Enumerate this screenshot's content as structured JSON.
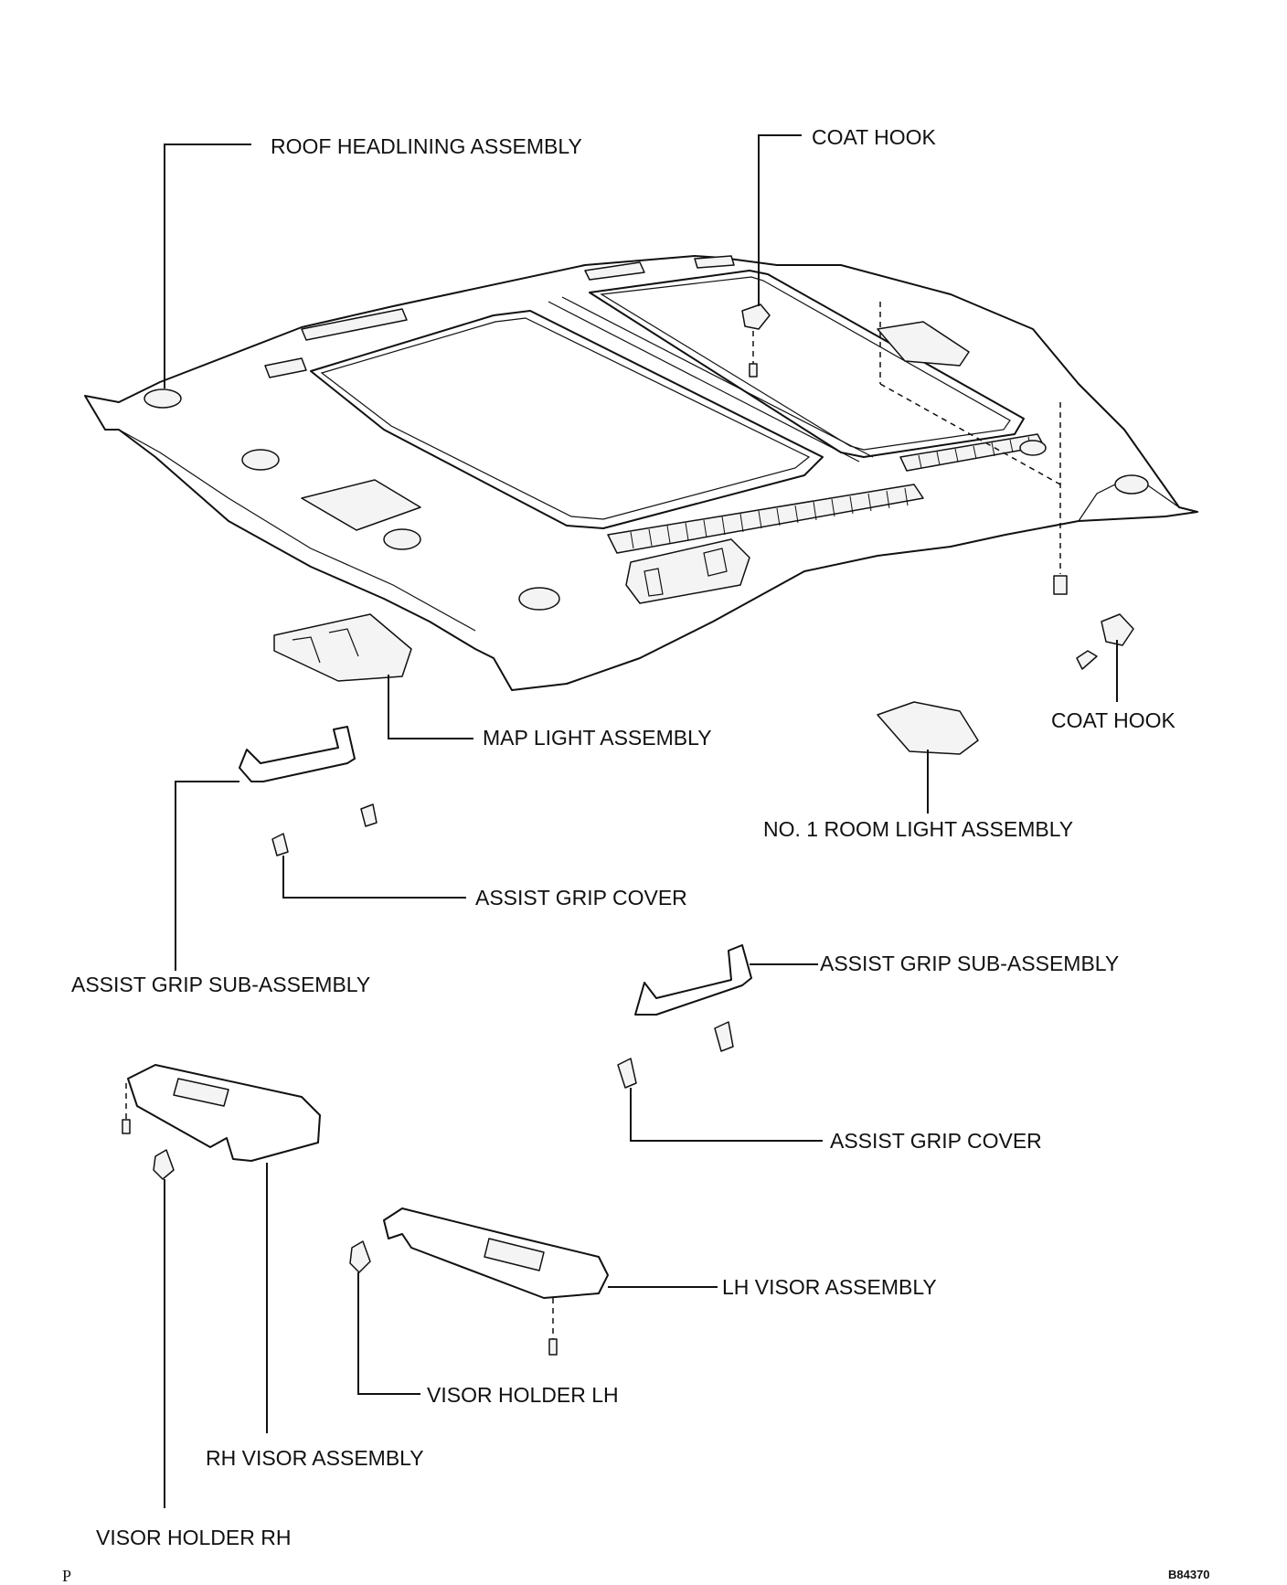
{
  "diagram": {
    "labels": {
      "roof_headlining_assembly": "ROOF HEADLINING ASSEMBLY",
      "coat_hook_top": "COAT HOOK",
      "coat_hook_right": "COAT HOOK",
      "map_light_assembly": "MAP LIGHT ASSEMBLY",
      "no1_room_light_assembly": "NO. 1 ROOM LIGHT ASSEMBLY",
      "assist_grip_cover_left": "ASSIST GRIP COVER",
      "assist_grip_sub_assembly_left": "ASSIST GRIP SUB-ASSEMBLY",
      "assist_grip_sub_assembly_right": "ASSIST GRIP SUB-ASSEMBLY",
      "assist_grip_cover_right": "ASSIST GRIP COVER",
      "lh_visor_assembly": "LH VISOR ASSEMBLY",
      "visor_holder_lh": "VISOR HOLDER LH",
      "rh_visor_assembly": "RH VISOR ASSEMBLY",
      "visor_holder_rh": "VISOR HOLDER RH"
    },
    "corner_mark": "P",
    "figure_code": "B84370"
  }
}
